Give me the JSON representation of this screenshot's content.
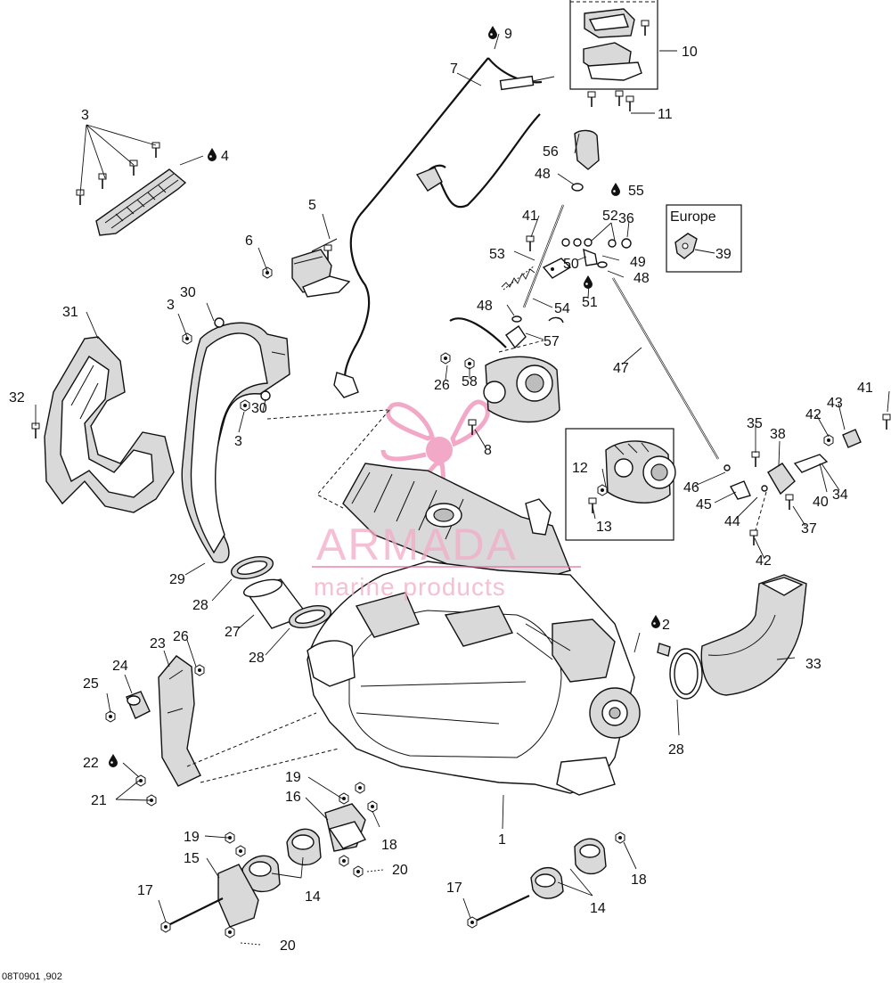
{
  "figure_code": "08T0901 ,902",
  "europe_label": "Europe",
  "watermark": {
    "title": "ARMADA",
    "subtitle": "marine products",
    "color": "#e8629a"
  },
  "callouts": {
    "c1": "1",
    "c2": "2",
    "c3a": "3",
    "c3b": "3",
    "c3c": "3",
    "c4": "4",
    "c5": "5",
    "c6": "6",
    "c7": "7",
    "c8": "8",
    "c9": "9",
    "c10": "10",
    "c11": "11",
    "c12": "12",
    "c13": "13",
    "c14a": "14",
    "c14b": "14",
    "c15": "15",
    "c16": "16",
    "c17a": "17",
    "c17b": "17",
    "c18a": "18",
    "c18b": "18",
    "c19a": "19",
    "c19b": "19",
    "c20a": "20",
    "c20b": "20",
    "c21": "21",
    "c22": "22",
    "c23": "23",
    "c24": "24",
    "c25": "25",
    "c26a": "26",
    "c26b": "26",
    "c27": "27",
    "c28a": "28",
    "c28b": "28",
    "c28c": "28",
    "c29": "29",
    "c30a": "30",
    "c30b": "30",
    "c31": "31",
    "c32": "32",
    "c33": "33",
    "c34": "34",
    "c35": "35",
    "c36": "36",
    "c37": "37",
    "c38": "38",
    "c39": "39",
    "c40": "40",
    "c41a": "41",
    "c41b": "41",
    "c42a": "42",
    "c42b": "42",
    "c43": "43",
    "c44": "44",
    "c45": "45",
    "c46": "46",
    "c47": "47",
    "c48a": "48",
    "c48b": "48",
    "c48c": "48",
    "c49": "49",
    "c50": "50",
    "c51": "51",
    "c52": "52",
    "c53": "53",
    "c54": "54",
    "c55": "55",
    "c56": "56",
    "c57": "57",
    "c58": "58"
  }
}
